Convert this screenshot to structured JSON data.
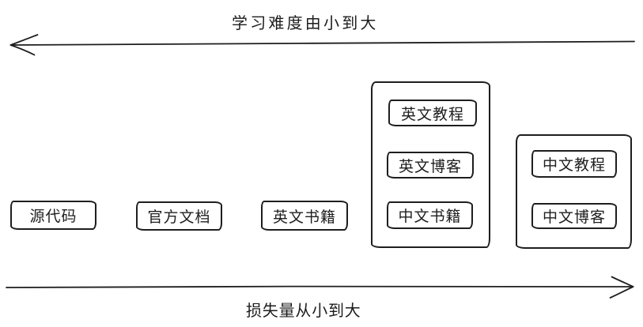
{
  "colors": {
    "ink": "#1e1e1e",
    "background": "#ffffff"
  },
  "axes": {
    "top": {
      "label": "学习难度由小到大",
      "direction": "left"
    },
    "bottom": {
      "label": "损失量从小到大",
      "direction": "right"
    }
  },
  "boxes": [
    {
      "label": "源代码"
    },
    {
      "label": "官方文档"
    },
    {
      "label": "英文书籍"
    }
  ],
  "groups": [
    {
      "items": [
        {
          "label": "英文教程"
        },
        {
          "label": "英文博客"
        },
        {
          "label": "中文书籍"
        }
      ]
    },
    {
      "items": [
        {
          "label": "中文教程"
        },
        {
          "label": "中文博客"
        }
      ]
    }
  ]
}
